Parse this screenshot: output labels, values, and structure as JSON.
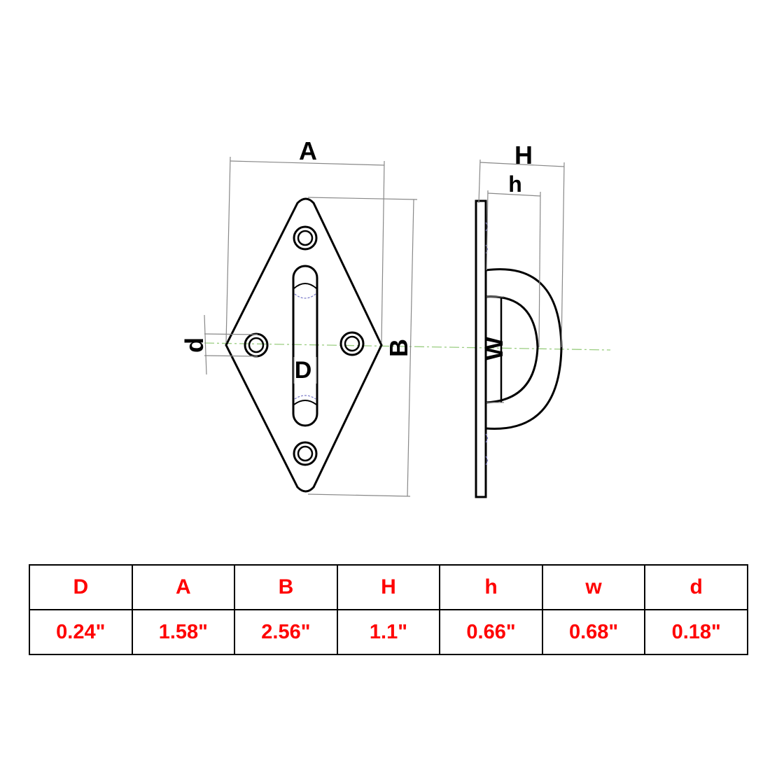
{
  "diagram": {
    "labels": {
      "A": "A",
      "B": "B",
      "H": "H",
      "h": "h",
      "d": "d",
      "D": "D",
      "W": "W"
    }
  },
  "table": {
    "headers": [
      "D",
      "A",
      "B",
      "H",
      "h",
      "w",
      "d"
    ],
    "values": [
      "0.24\"",
      "1.58\"",
      "2.56\"",
      "1.1\"",
      "0.66\"",
      "0.68\"",
      "0.18\""
    ]
  },
  "colors": {
    "table_text": "#ff0000",
    "outline": "#000000",
    "dimension_lines": "#888888",
    "center_line": "#9acd80"
  }
}
